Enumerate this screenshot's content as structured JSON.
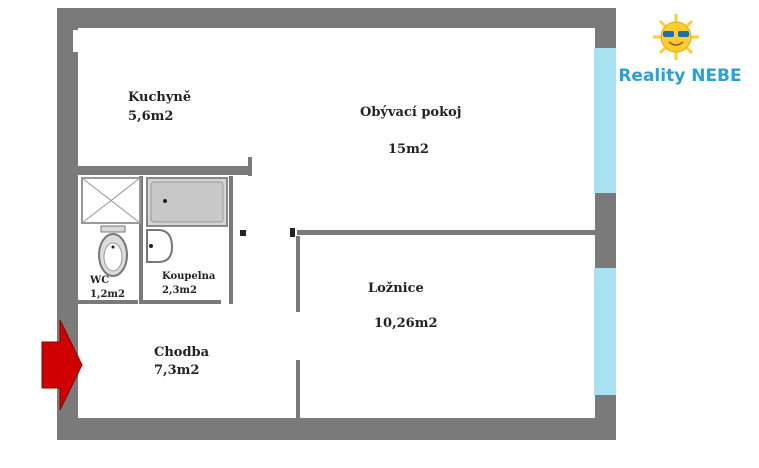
{
  "rooms": {
    "kitchen": {
      "name": "Kuchyně",
      "area": "5,6m2"
    },
    "living": {
      "name": "Obývací pokoj",
      "area": "15m2"
    },
    "wc": {
      "name": "WC",
      "area": "1,2m2"
    },
    "bathroom": {
      "name": "Koupelna",
      "area": "2,3m2"
    },
    "bedroom": {
      "name": "Ložnice",
      "area": "10,26m2"
    },
    "hallway": {
      "name": "Chodba",
      "area": "7,3m2"
    }
  },
  "logo": {
    "text": "Reality NEBE"
  },
  "colors": {
    "wall": "#7a7a7a",
    "window": "#a8e2f2",
    "entrance_arrow": "#d00000",
    "logo_text": "#2aa0d8",
    "sun": "#ffcc33"
  }
}
